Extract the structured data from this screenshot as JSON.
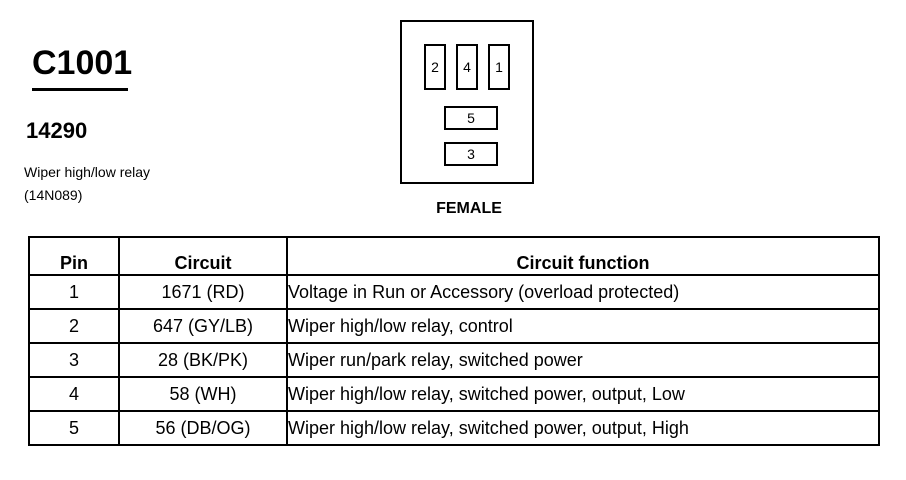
{
  "connector": {
    "id": "C1001",
    "part_number": "14290",
    "description_line1": "Wiper high/low relay",
    "description_line2": "(14N089)",
    "gender": "FEMALE",
    "pins": {
      "p2": "2",
      "p4": "4",
      "p1": "1",
      "p5": "5",
      "p3": "3"
    }
  },
  "table": {
    "headers": {
      "pin": "Pin",
      "circuit": "Circuit",
      "function": "Circuit function"
    },
    "rows": [
      {
        "pin": "1",
        "circuit": "1671 (RD)",
        "function": "Voltage in Run or Accessory (overload protected)"
      },
      {
        "pin": "2",
        "circuit": "647 (GY/LB)",
        "function": "Wiper high/low relay, control"
      },
      {
        "pin": "3",
        "circuit": "28 (BK/PK)",
        "function": "Wiper run/park relay, switched power"
      },
      {
        "pin": "4",
        "circuit": "58 (WH)",
        "function": "Wiper high/low relay, switched power, output, Low"
      },
      {
        "pin": "5",
        "circuit": "56 (DB/OG)",
        "function": "Wiper high/low relay, switched power, output, High"
      }
    ]
  }
}
